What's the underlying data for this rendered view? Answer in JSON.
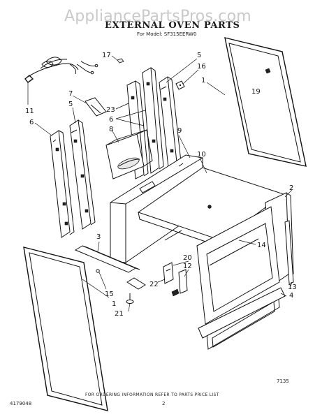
{
  "watermark": "AppliancePartsPros.com",
  "title": "EXTERNAL OVEN PARTS",
  "subtitle": "For Model: SF315EERW0",
  "footer_note": "FOR ORDERING INFORMATION REFER TO PARTS PRICE LIST",
  "doc_number": "4179048",
  "page_number": "2",
  "diagram_number": "7135",
  "callouts": [
    {
      "id": "c17",
      "text": "17"
    },
    {
      "id": "c5a",
      "text": "5"
    },
    {
      "id": "c16",
      "text": "16"
    },
    {
      "id": "c1a",
      "text": "1"
    },
    {
      "id": "c19",
      "text": "19"
    },
    {
      "id": "c7",
      "text": "7"
    },
    {
      "id": "c5b",
      "text": "5"
    },
    {
      "id": "c23",
      "text": "23"
    },
    {
      "id": "c6a",
      "text": "6"
    },
    {
      "id": "c8",
      "text": "8"
    },
    {
      "id": "c11",
      "text": "11"
    },
    {
      "id": "c6b",
      "text": "6"
    },
    {
      "id": "c9",
      "text": "9"
    },
    {
      "id": "c10",
      "text": "10"
    },
    {
      "id": "c2",
      "text": "2"
    },
    {
      "id": "c3",
      "text": "3"
    },
    {
      "id": "c14",
      "text": "14"
    },
    {
      "id": "c20",
      "text": "20"
    },
    {
      "id": "c12",
      "text": "12"
    },
    {
      "id": "c22",
      "text": "22"
    },
    {
      "id": "c15",
      "text": "15"
    },
    {
      "id": "c1b",
      "text": "1"
    },
    {
      "id": "c21",
      "text": "21"
    },
    {
      "id": "c13",
      "text": "13"
    },
    {
      "id": "c4",
      "text": "4"
    }
  ]
}
